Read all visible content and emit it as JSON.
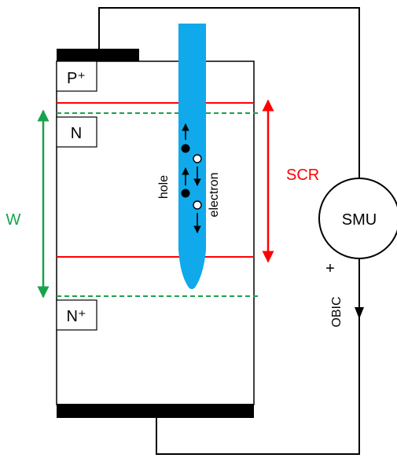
{
  "labels": {
    "p_plus": "P⁺",
    "n": "N",
    "n_plus": "N⁺",
    "w": "W",
    "scr": "SCR",
    "smu": "SMU",
    "plus": "+",
    "obic": "OBIC",
    "hole": "hole",
    "electron": "electron"
  },
  "colors": {
    "beam": "#10a9eb",
    "scr": "#ff0000",
    "w": "#17a34a",
    "wire": "#000000",
    "electrode": "#000000"
  },
  "icons": {
    "hole_carrier": "filled-circle",
    "electron_carrier": "hollow-circle",
    "current_direction": "arrow-down"
  }
}
